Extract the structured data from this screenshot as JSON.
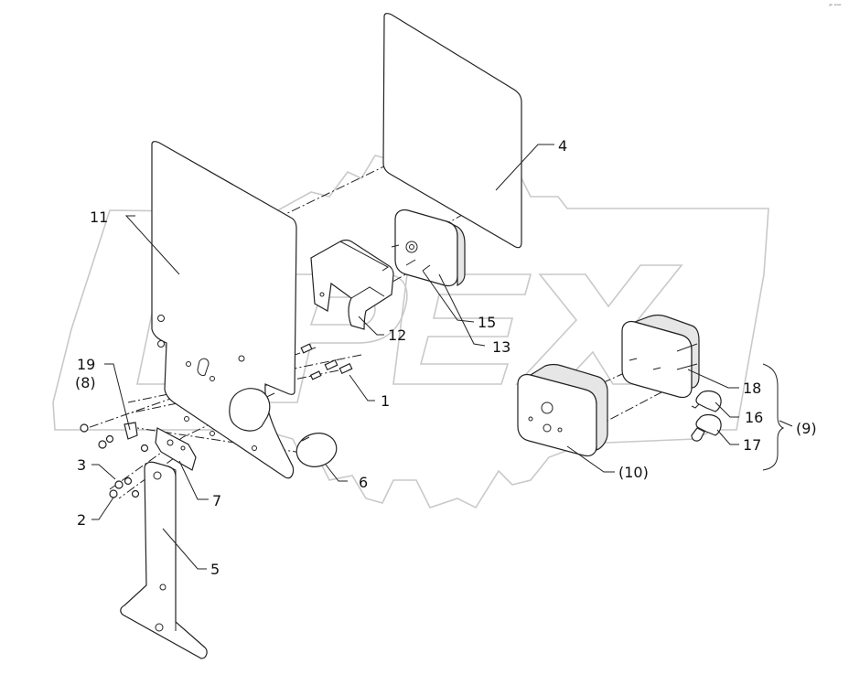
{
  "diagram": {
    "watermark_text": "OPEX",
    "corner_mark": "ᵍᵇ ʷʷʷ",
    "callouts": {
      "c1": "1",
      "c2": "2",
      "c3": "3",
      "c4": "4",
      "c5": "5",
      "c6": "6",
      "c7": "7",
      "c8": "(8)",
      "c9": "(9)",
      "c10": "(10)",
      "c11": "11",
      "c12": "12",
      "c13": "13",
      "c15": "15",
      "c16": "16",
      "c17": "17",
      "c18": "18",
      "c19": "19"
    }
  }
}
